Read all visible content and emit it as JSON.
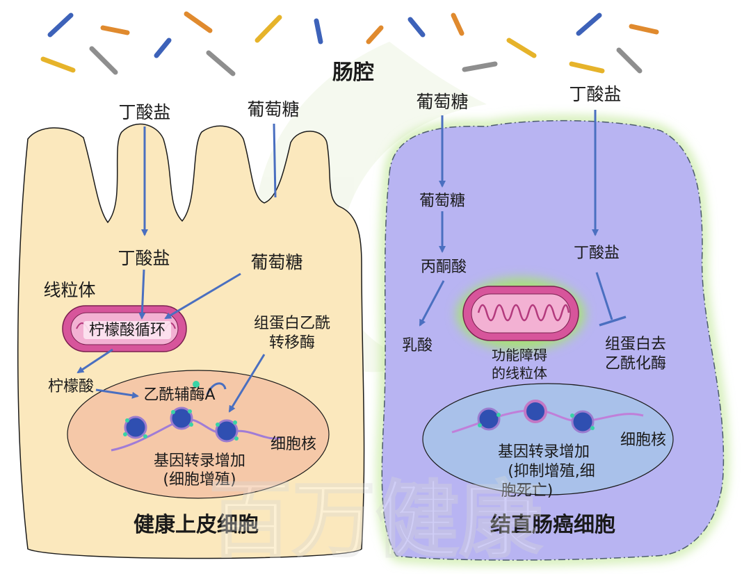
{
  "lumen_label": "肠腔",
  "healthy": {
    "title": "健康上皮细胞",
    "butyrate_outside": "丁酸盐",
    "glucose_outside": "葡萄糖",
    "butyrate_inside": "丁酸盐",
    "glucose_inside": "葡萄糖",
    "mitochondria_label": "线粒体",
    "cycle_label": "柠檬酸循环",
    "citrate": "柠檬酸",
    "acetyl_coa": "乙酰辅酶A",
    "hat_line1": "组蛋白乙酰",
    "hat_line2": "转移酶",
    "nucleus_label": "细胞核",
    "result_line1": "基因转录增加",
    "result_line2": "(细胞增殖)",
    "colors": {
      "cell": "#fbe8bd",
      "nucleus": "#f5c8a8",
      "mito": "#d7559b"
    }
  },
  "cancer": {
    "title": "结直肠癌细胞",
    "glucose_outside": "葡萄糖",
    "butyrate_outside": "丁酸盐",
    "glucose_inside": "葡萄糖",
    "pyruvate": "丙酮酸",
    "lactate": "乳酸",
    "butyrate_inside": "丁酸盐",
    "hdac_line1": "组蛋白去",
    "hdac_line2": "乙酰化酶",
    "mito_line1": "功能障碍",
    "mito_line2": "的线粒体",
    "nucleus_label": "细胞核",
    "result_line1": "基因转录增加",
    "result_line2": "(抑制增殖,细",
    "result_line3": "胞死亡)",
    "colors": {
      "cell": "#b8b4f2",
      "nucleus": "#a9c1ea",
      "glow": "#9fd86f"
    }
  },
  "watermark": "百万健康"
}
